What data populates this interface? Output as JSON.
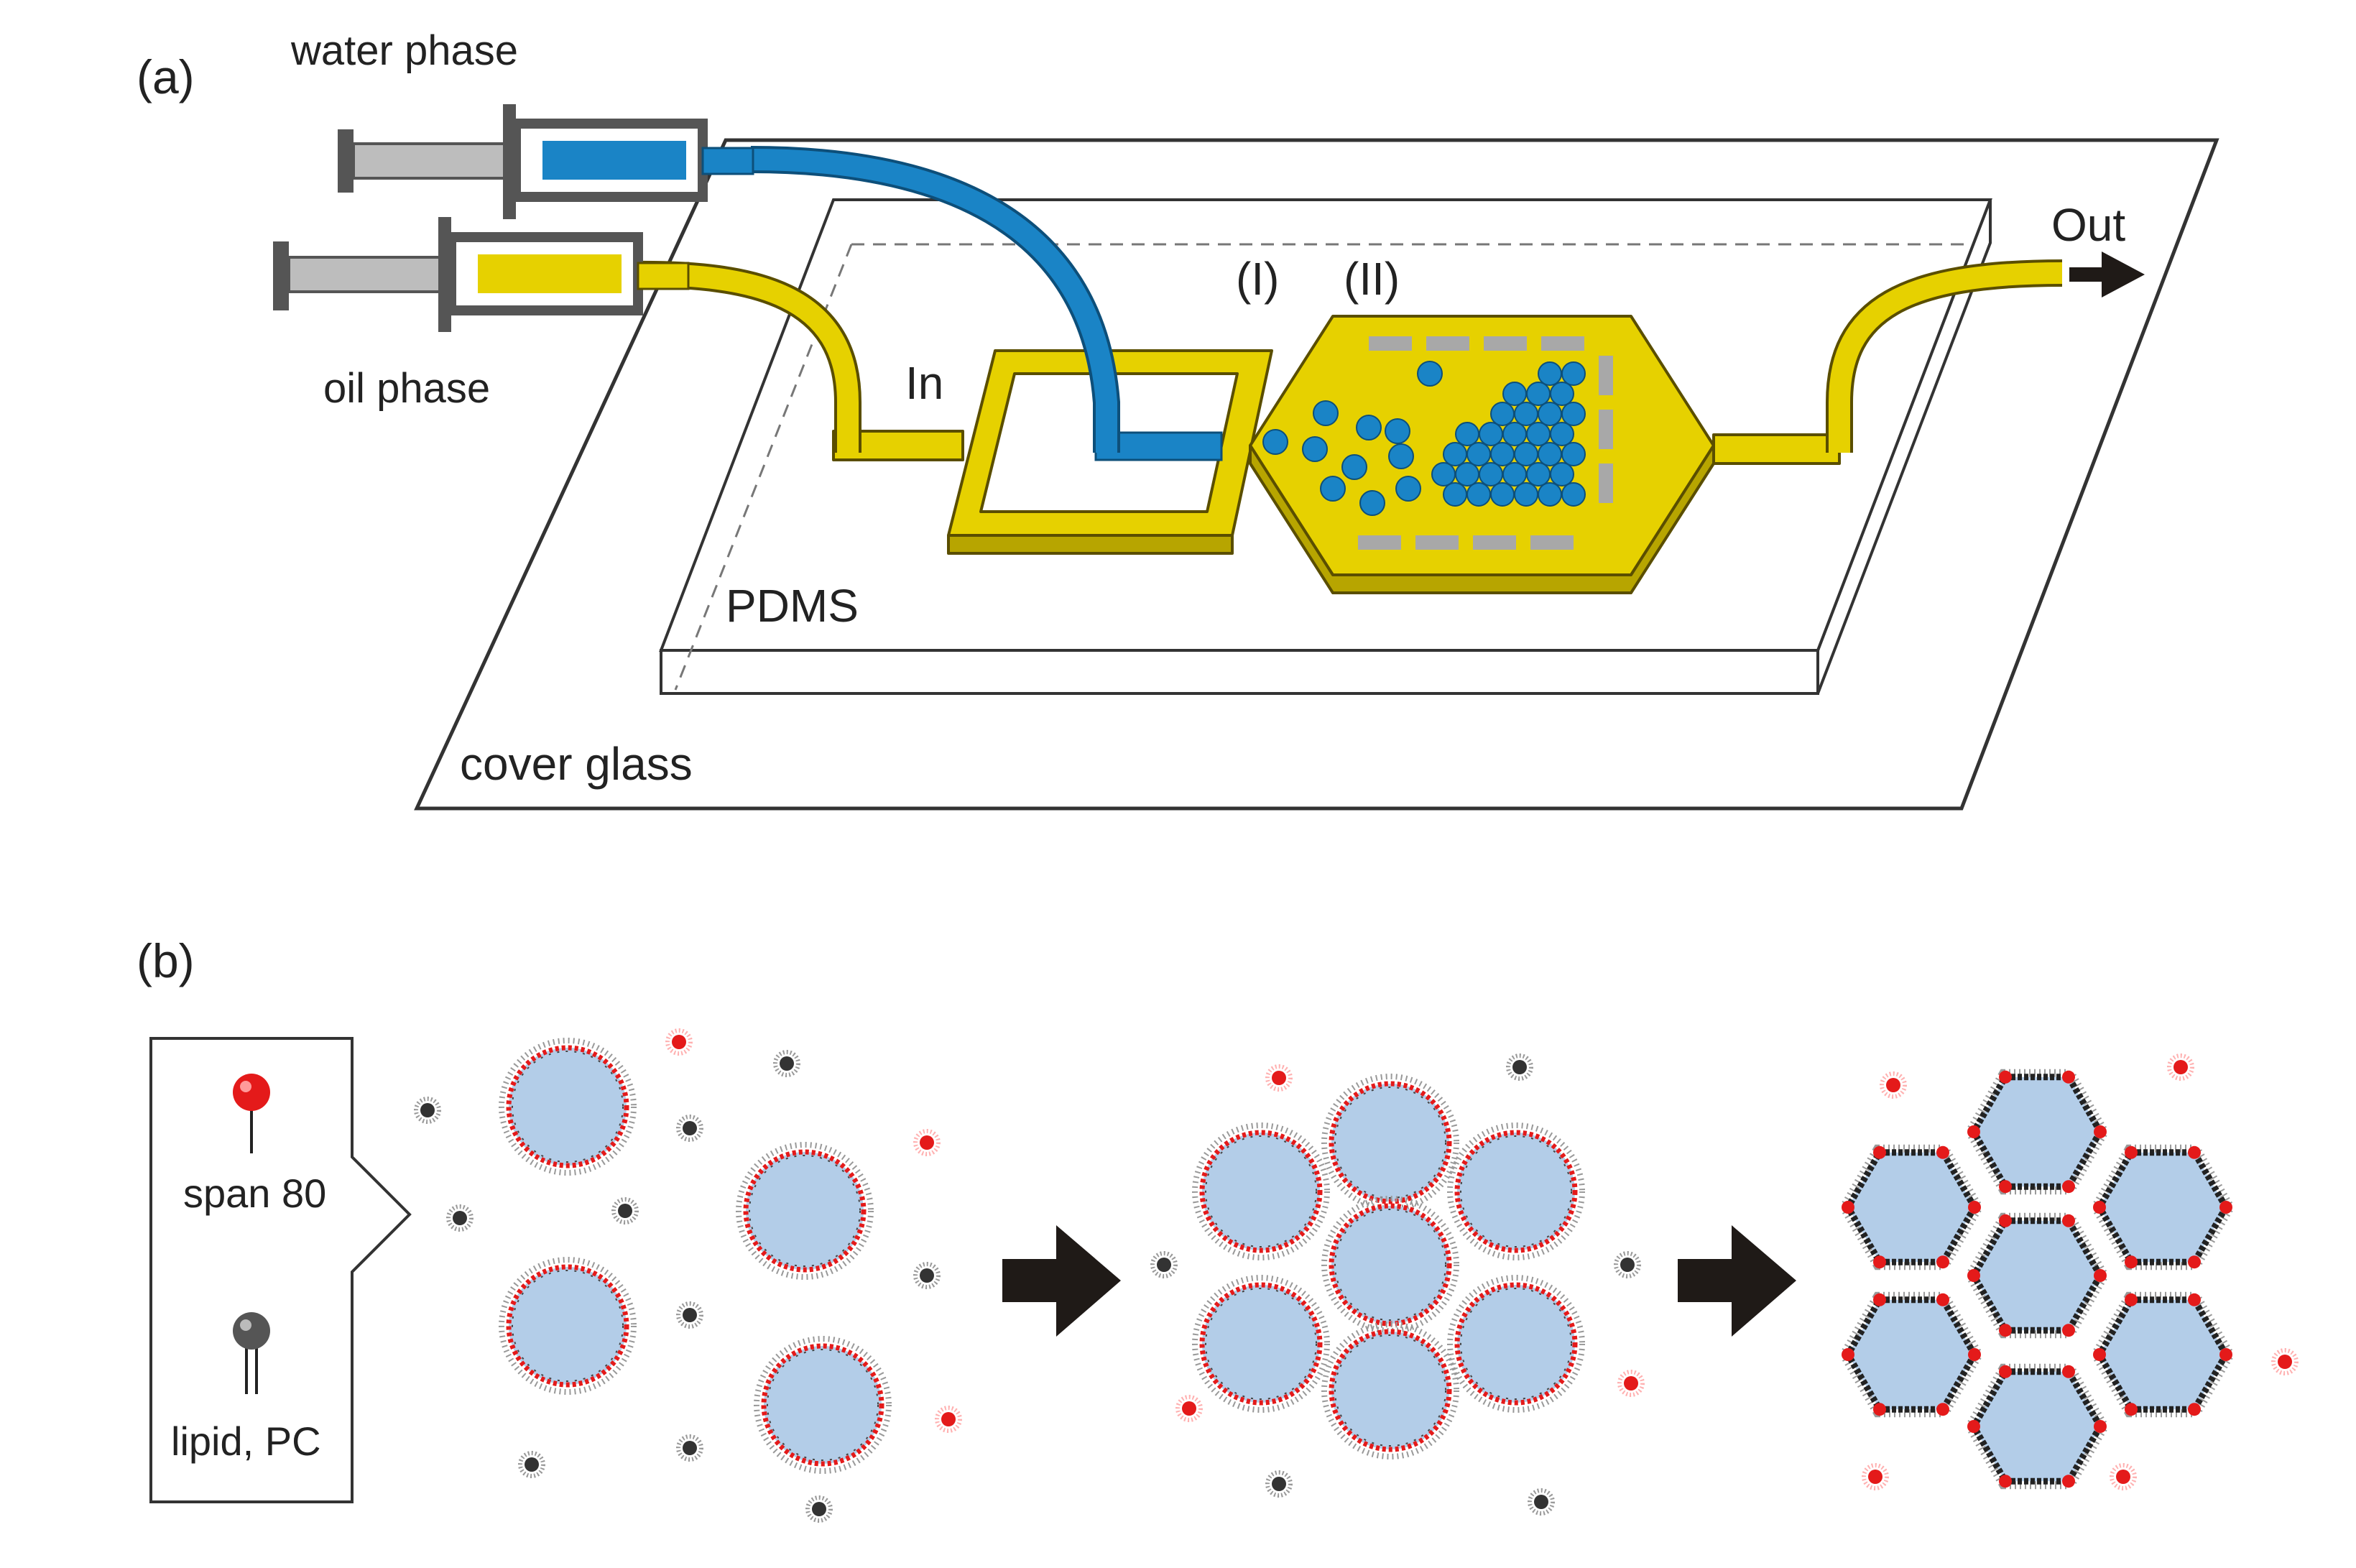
{
  "panel_a": {
    "label": "(a)",
    "water_phase": "water phase",
    "oil_phase": "oil phase",
    "inlet": "In",
    "outlet": "Out",
    "region_1": "(I)",
    "region_2": "(II)",
    "pdms": "PDMS",
    "cover_glass": "cover glass"
  },
  "panel_b": {
    "label": "(b)",
    "legend": {
      "surfactant": "span 80",
      "lipid": "lipid, PC"
    }
  },
  "colors": {
    "water": "#1a84c6",
    "oil": "#e6d100",
    "droplet_fill": "#b3cde8",
    "surfactant": "#e41a1a",
    "lipid": "#333333",
    "arrow": "#1f1a17"
  }
}
